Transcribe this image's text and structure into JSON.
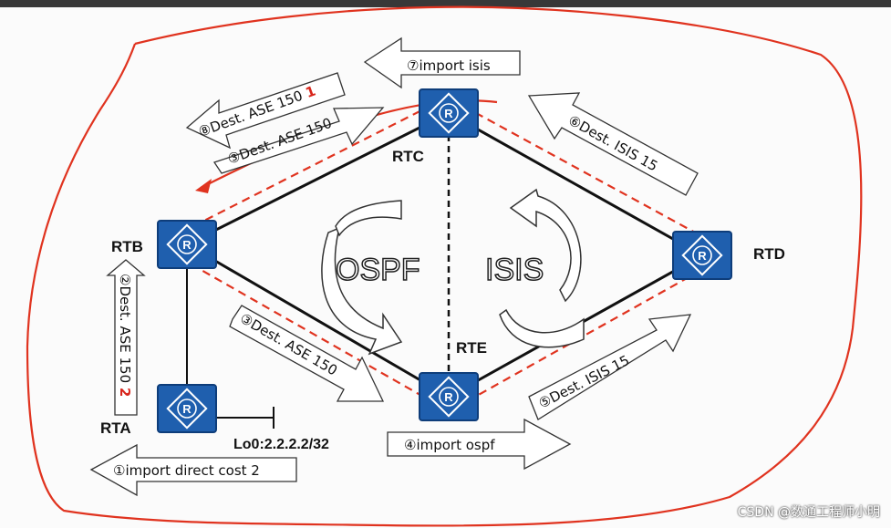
{
  "routers": [
    {
      "id": "rtc",
      "label": "RTC",
      "icon": "router-icon"
    },
    {
      "id": "rtb",
      "label": "RTB",
      "icon": "router-icon"
    },
    {
      "id": "rtd",
      "label": "RTD",
      "icon": "router-icon"
    },
    {
      "id": "rte",
      "label": "RTE",
      "icon": "router-icon"
    },
    {
      "id": "rta",
      "label": "RTA",
      "icon": "router-icon"
    }
  ],
  "router_glyph": "R",
  "loopback": "Lo0:2.2.2.2/32",
  "areas": {
    "left": "OSPF",
    "right": "ISIS"
  },
  "arrows": {
    "a1": {
      "text": "①import direct cost 2"
    },
    "a2": {
      "text": "②Dest. ASE 150 ",
      "num": "2"
    },
    "a3_top": {
      "text": "③Dest. ASE 150"
    },
    "a3_bottom": {
      "text": "③Dest. ASE 150"
    },
    "a4": {
      "text": "④import ospf"
    },
    "a5": {
      "text": "⑤Dest. ISIS 15"
    },
    "a6": {
      "text": "⑥Dest. ISIS 15"
    },
    "a7": {
      "text": "⑦import isis"
    },
    "a8": {
      "text": "⑧Dest. ASE 150 ",
      "num": "1"
    }
  },
  "watermark": "CSDN @数通工程师小明",
  "colors": {
    "router_fill": "#1f5fae",
    "annotation_red": "#e0331f",
    "link": "#111111"
  }
}
